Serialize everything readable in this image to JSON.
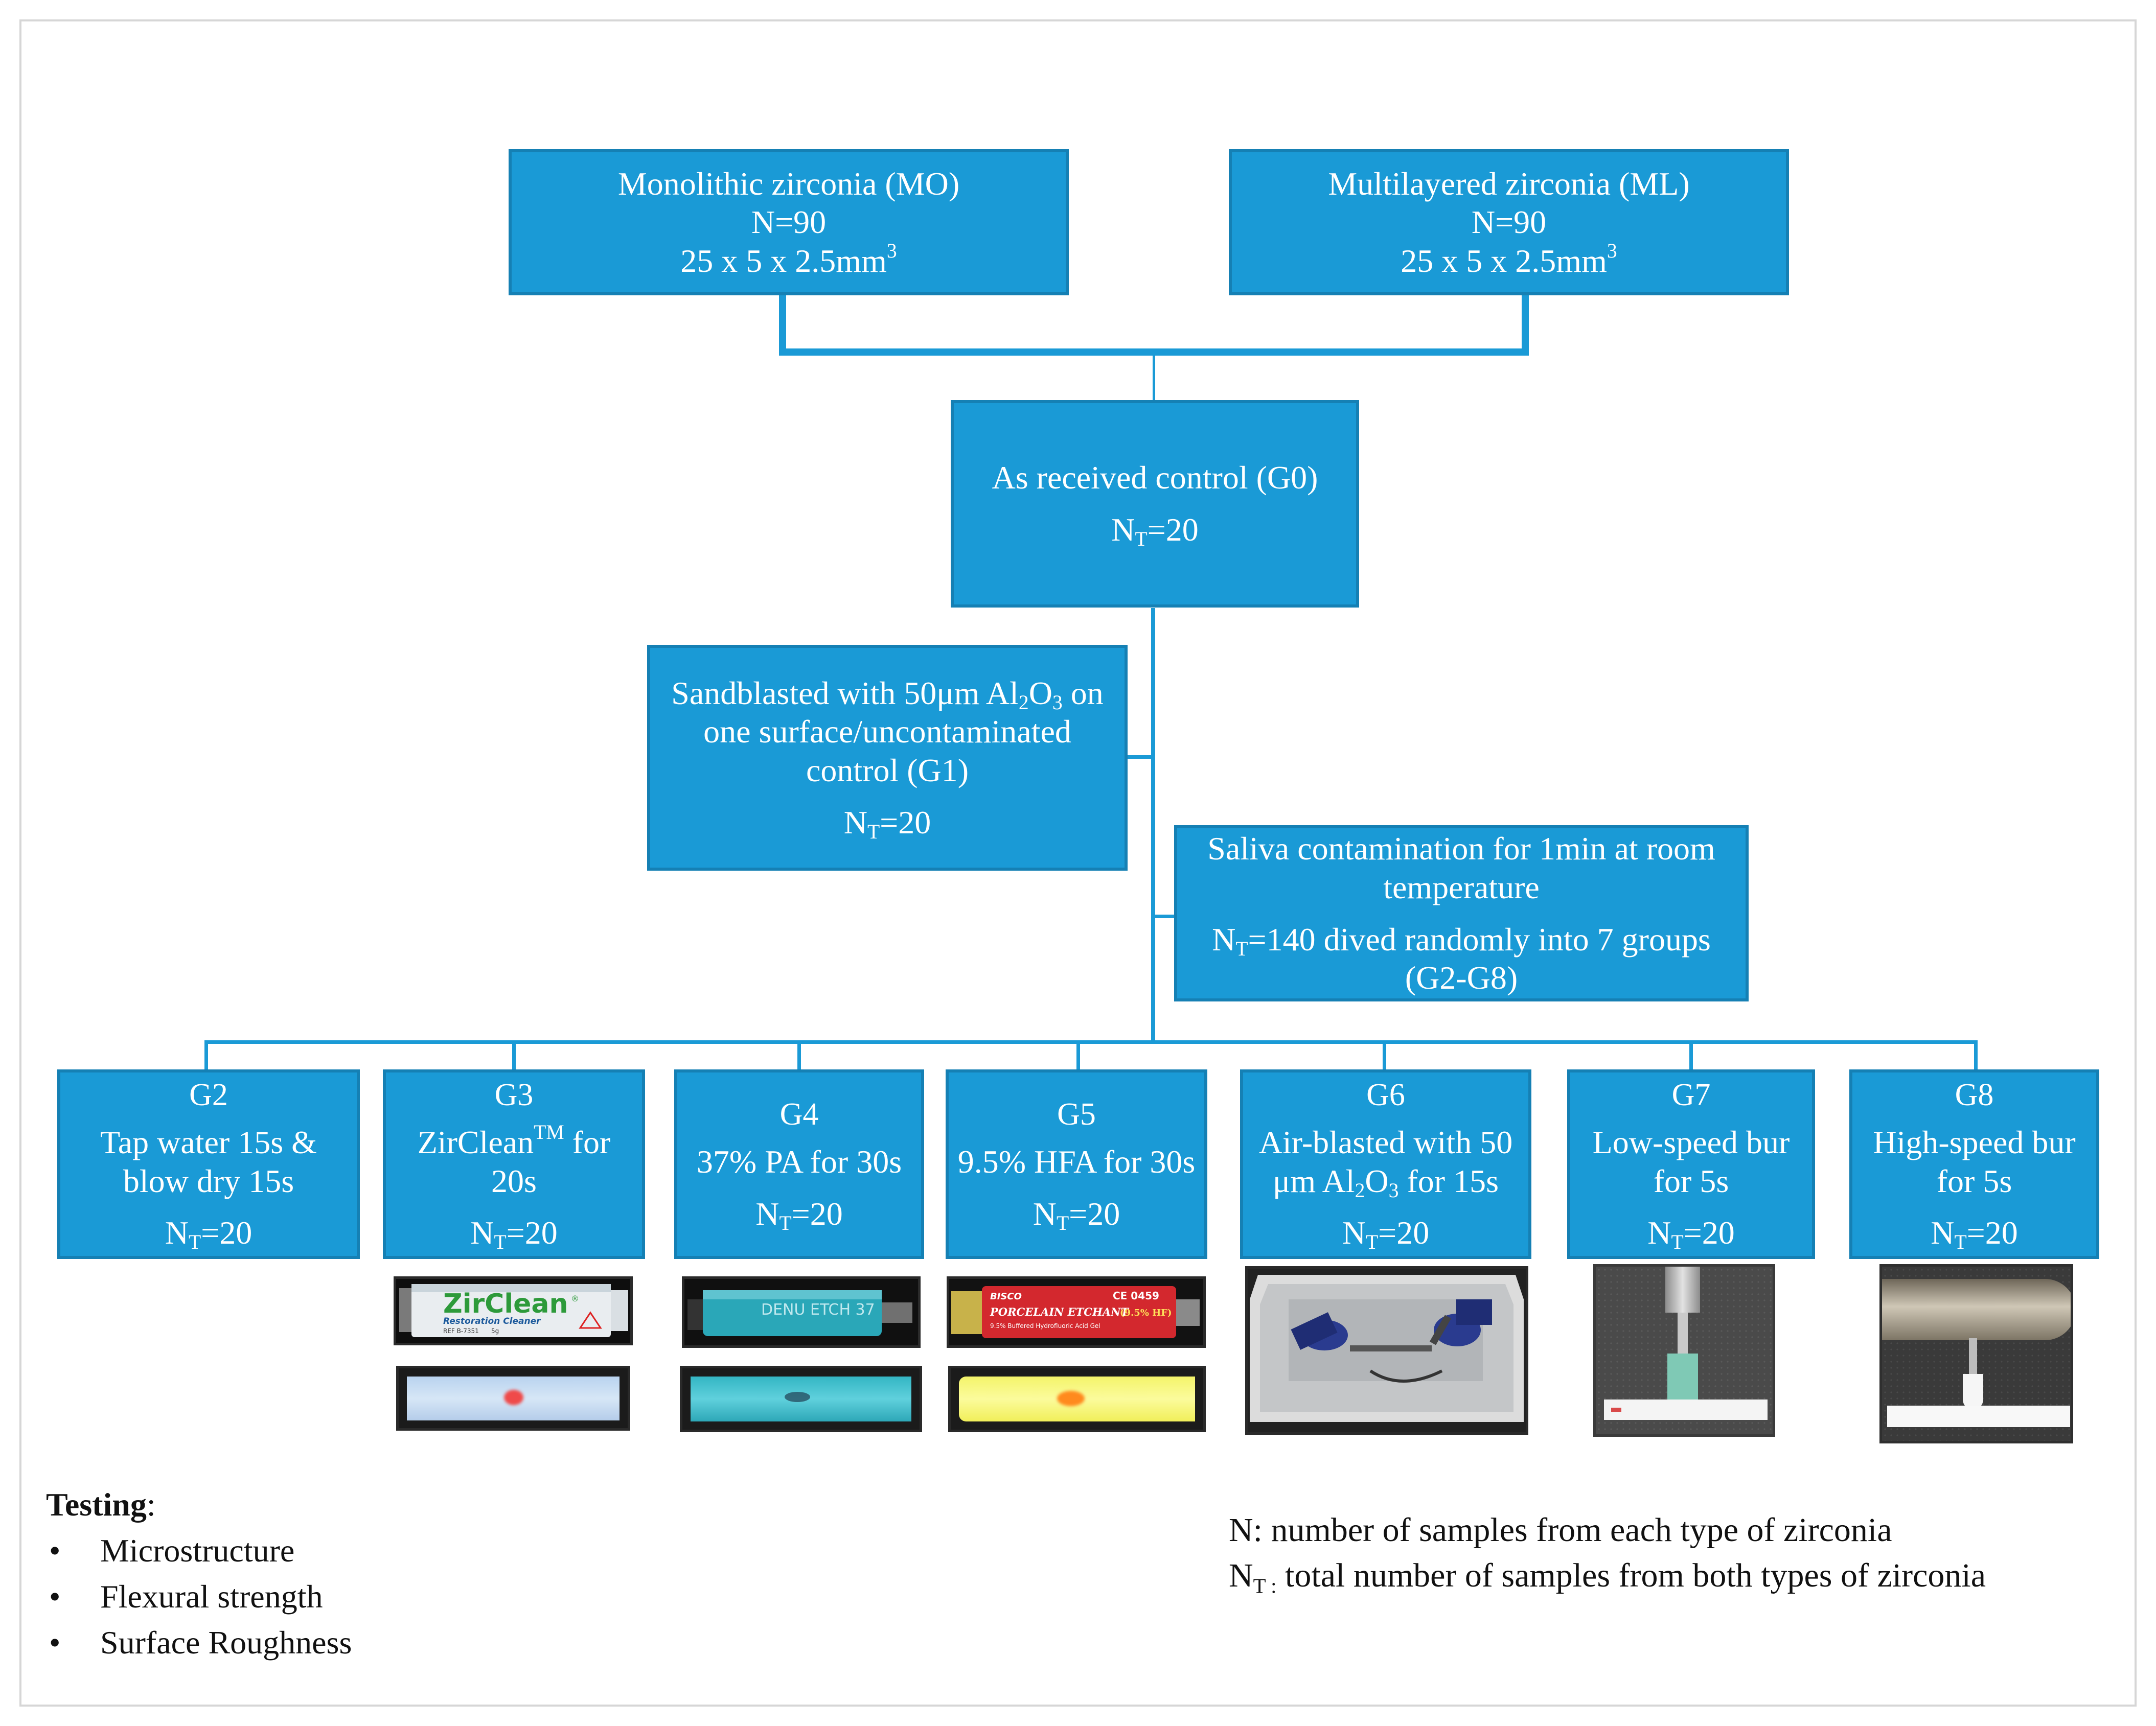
{
  "top_boxes": {
    "mo": {
      "title": "Monolithic zirconia  (MO)",
      "n": "N=90",
      "size": "25 x 5 x 2.5mm",
      "size_sup": "3"
    },
    "ml": {
      "title": "Multilayered zirconia (ML)",
      "n": "N=90",
      "size": "25 x 5 x 2.5mm",
      "size_sup": "3"
    }
  },
  "g0": {
    "label": "As received control (G0)",
    "nt_pre": "N",
    "nt_sub": "T",
    "nt_post": "=20"
  },
  "g1": {
    "line1_pre": "Sandblasted with 50μm Al",
    "line1_sub1": "2",
    "line1_mid": "O",
    "line1_sub2": "3",
    "line1_post": " on",
    "line2": "one surface/uncontaminated",
    "line3": "control (G1)",
    "nt_pre": "N",
    "nt_sub": "T",
    "nt_post": "=20"
  },
  "saliva": {
    "line1": "Saliva contamination for 1min at room",
    "line2": "temperature",
    "nt_pre": "N",
    "nt_sub": "T",
    "nt_post": "=140 dived randomly into 7 groups",
    "line4": "(G2-G8)"
  },
  "groups": {
    "g2": {
      "id": "G2",
      "line1": "Tap water 15s &",
      "line2": "blow dry 15s",
      "nt_pre": "N",
      "nt_sub": "T",
      "nt_post": "=20"
    },
    "g3": {
      "id": "G3",
      "line1_pre": "ZirClean",
      "line1_sup": "TM",
      "line1_post": " for",
      "line2": "20s",
      "nt_pre": "N",
      "nt_sub": "T",
      "nt_post": "=20"
    },
    "g4": {
      "id": "G4",
      "line1": "37% PA for 30s",
      "nt_pre": "N",
      "nt_sub": "T",
      "nt_post": "=20"
    },
    "g5": {
      "id": "G5",
      "line1": "9.5% HFA for 30s",
      "nt_pre": "N",
      "nt_sub": "T",
      "nt_post": "=20"
    },
    "g6": {
      "id": "G6",
      "line1": "Air-blasted with 50",
      "line2_pre": "μm Al",
      "line2_sub1": "2",
      "line2_mid": "O",
      "line2_sub2": "3",
      "line2_post": " for 15s",
      "nt_pre": "N",
      "nt_sub": "T",
      "nt_post": "=20"
    },
    "g7": {
      "id": "G7",
      "line1": "Low-speed bur",
      "line2": "for 5s",
      "nt_pre": "N",
      "nt_sub": "T",
      "nt_post": "=20"
    },
    "g8": {
      "id": "G8",
      "line1": "High-speed bur",
      "line2": "for 5s",
      "nt_pre": "N",
      "nt_sub": "T",
      "nt_post": "=20"
    }
  },
  "photos": {
    "zirclean_tube": {
      "brand": "ZirClean",
      "reg": "®",
      "sub": "Restoration Cleaner",
      "ref": "REF B-7351",
      "size": "5g"
    },
    "pa_tube": {
      "text": "DENU ETCH 37"
    },
    "hfa_tube": {
      "maker": "BISCO",
      "ce": "CE 0459",
      "product": "PORCELAIN ETCHANT",
      "pct": "(9.5% HF)",
      "desc": "9.5% Buffered Hydrofluoric Acid Gel"
    }
  },
  "legend": {
    "n_def": "N: number of samples from each type of zirconia",
    "nt_pre": "N",
    "nt_sub": "T :",
    "nt_def": " total number of samples from both types of zirconia"
  },
  "testing": {
    "heading": "Testing",
    "colon": ":",
    "bullet": "•",
    "items": [
      "Microstructure",
      "Flexural strength",
      "Surface Roughness"
    ]
  },
  "colors": {
    "box_fill": "#1a9ad6",
    "box_border": "#1580b4",
    "connector": "#1a9ad6",
    "text_on_box": "#ffffff"
  }
}
